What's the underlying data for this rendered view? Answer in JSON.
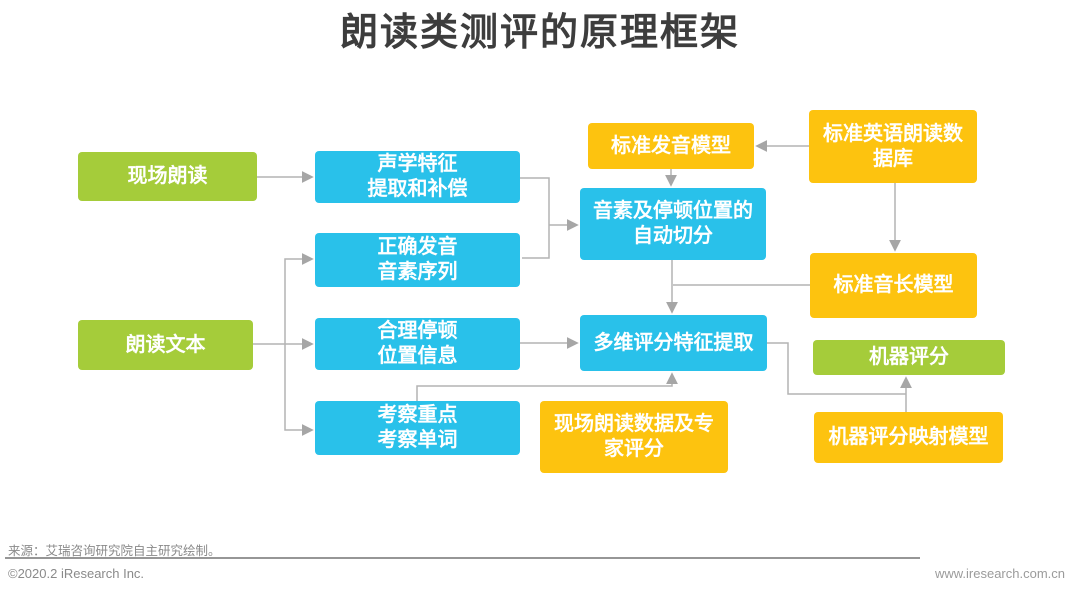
{
  "header": {
    "title": "朗读类测评的原理框架"
  },
  "colors": {
    "green": "#a5cc3a",
    "blue": "#29c1ea",
    "yellow": "#fdc30f",
    "connector": "#b3b3b3",
    "title_text": "#3d3d3d",
    "footer_text": "#8a8a8a"
  },
  "nodes": {
    "live_reading": {
      "label": "现场朗读",
      "color": "green"
    },
    "reading_text": {
      "label": "朗读文本",
      "color": "green"
    },
    "acoustic_features": {
      "label": "声学特征\n提取和补偿",
      "color": "blue"
    },
    "correct_phoneme": {
      "label": "正确发音\n音素序列",
      "color": "blue"
    },
    "pause_position": {
      "label": "合理停顿\n位置信息",
      "color": "blue"
    },
    "key_words": {
      "label": "考察重点\n考察单词",
      "color": "blue"
    },
    "std_pron_model": {
      "label": "标准发音模型",
      "color": "yellow"
    },
    "std_english_db": {
      "label": "标准英语朗读数\n据库",
      "color": "yellow"
    },
    "auto_segmentation": {
      "label": "音素及停顿位置的\n自动切分",
      "color": "blue"
    },
    "std_duration_model": {
      "label": "标准音长模型",
      "color": "yellow"
    },
    "multi_dim_features": {
      "label": "多维评分特征提取",
      "color": "blue"
    },
    "machine_score": {
      "label": "机器评分",
      "color": "green"
    },
    "live_data_expert": {
      "label": "现场朗读数据及专\n家评分",
      "color": "yellow"
    },
    "score_mapping_model": {
      "label": "机器评分映射模型",
      "color": "yellow"
    }
  },
  "footer": {
    "source": "来源：艾瑞咨询研究院自主研究绘制。",
    "copyright": "©2020.2 iResearch Inc.",
    "website": "www.iresearch.com.cn"
  }
}
